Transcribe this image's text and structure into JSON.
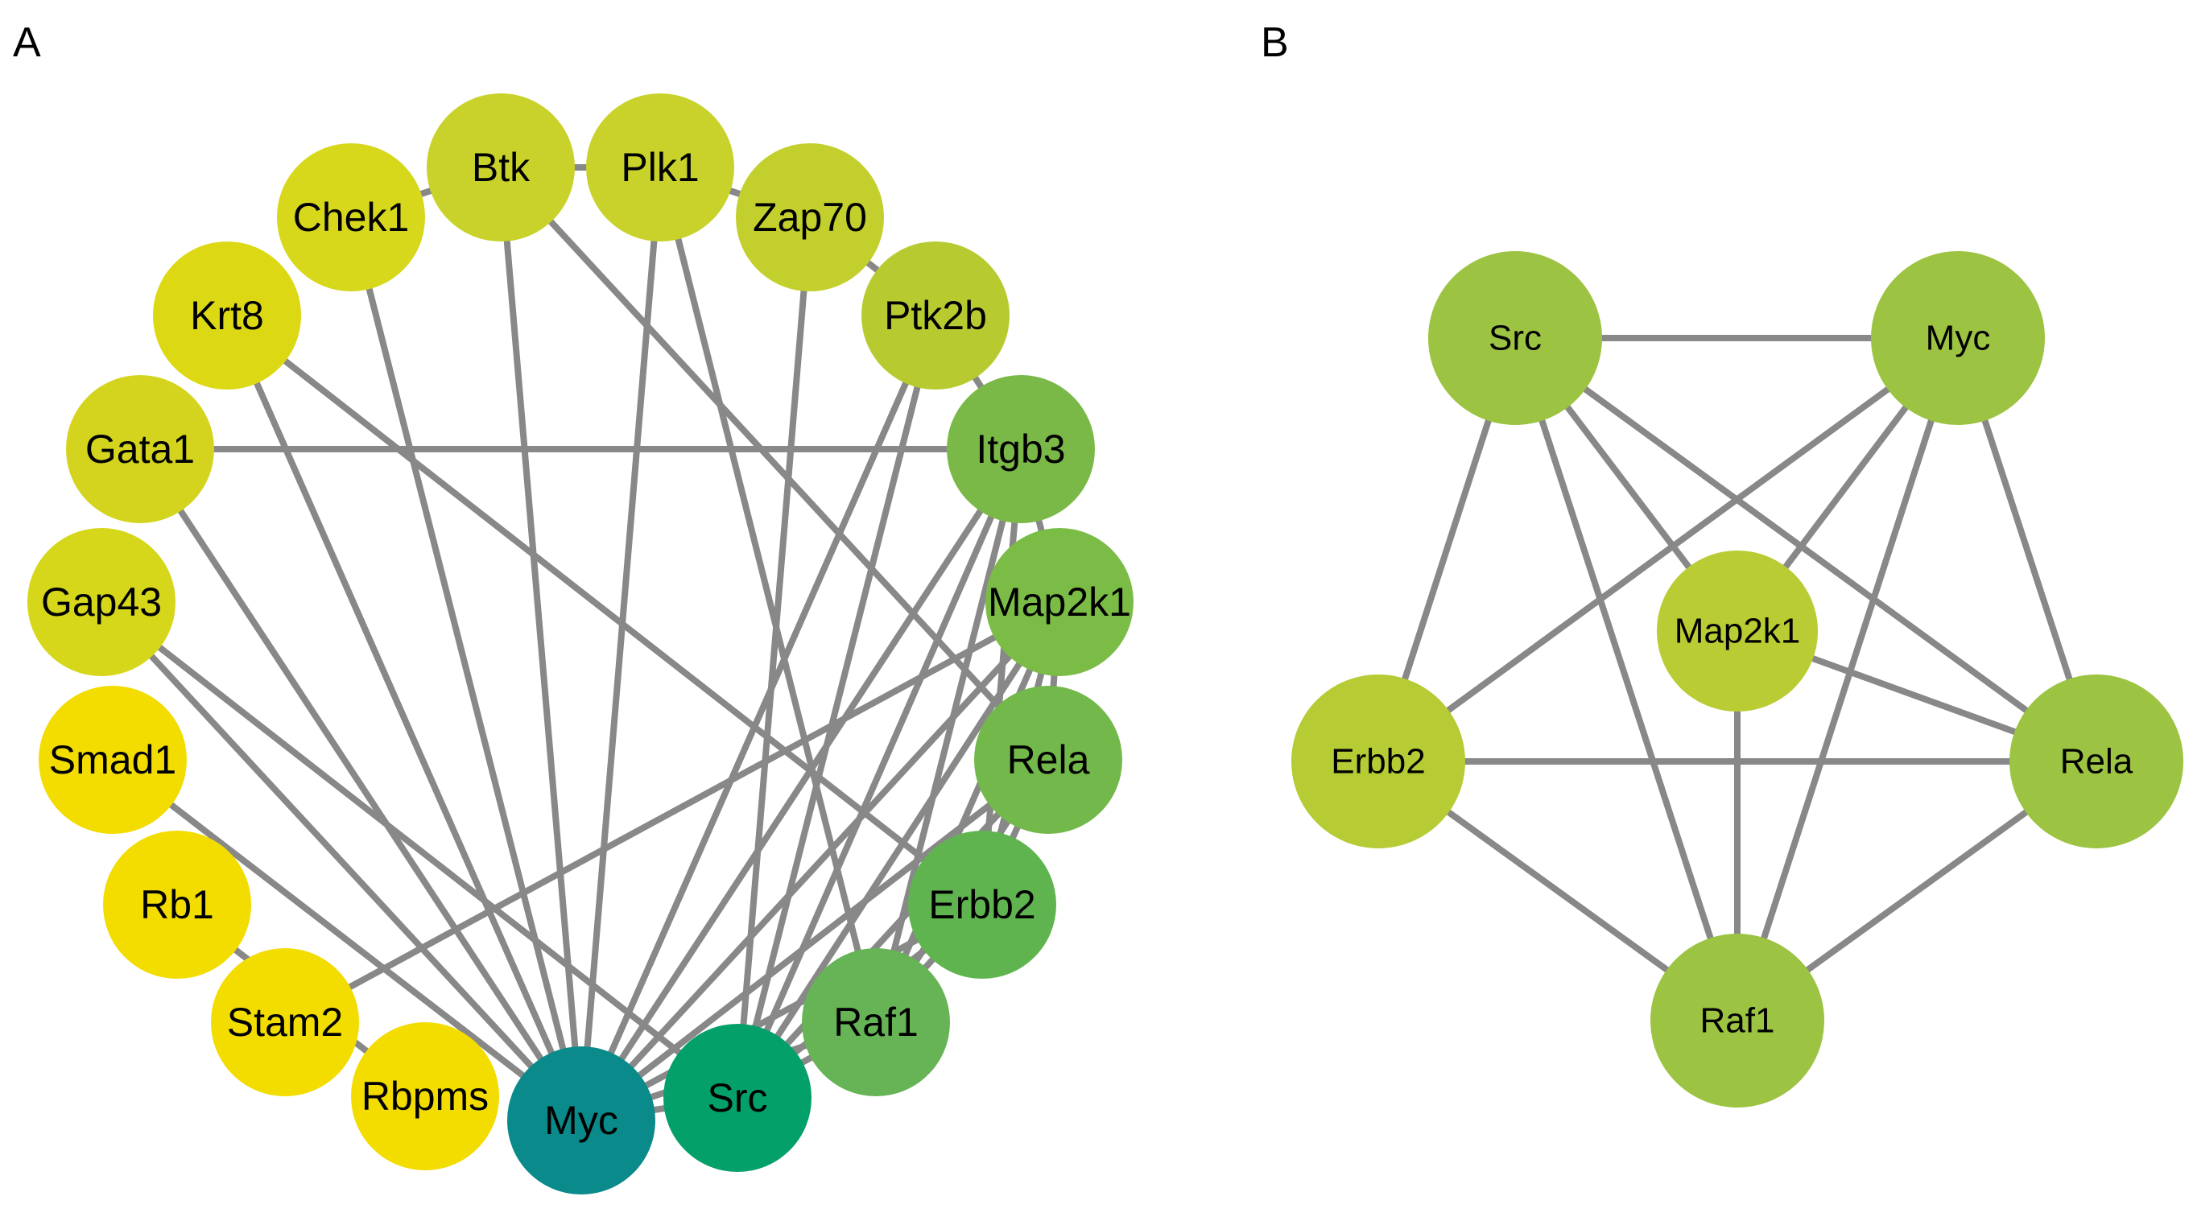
{
  "panels": [
    {
      "id": "A",
      "label": "A",
      "nodes": [
        {
          "id": "Btk",
          "label": "Btk",
          "color": "#c8d22a"
        },
        {
          "id": "Plk1",
          "label": "Plk1",
          "color": "#c8d22a"
        },
        {
          "id": "Zap70",
          "label": "Zap70",
          "color": "#c3cf2c"
        },
        {
          "id": "Ptk2b",
          "label": "Ptk2b",
          "color": "#b7cb30"
        },
        {
          "id": "Chek1",
          "label": "Chek1",
          "color": "#d7d71c"
        },
        {
          "id": "Krt8",
          "label": "Krt8",
          "color": "#dcd914"
        },
        {
          "id": "Gata1",
          "label": "Gata1",
          "color": "#d4d41e"
        },
        {
          "id": "Gap43",
          "label": "Gap43",
          "color": "#d6d61a"
        },
        {
          "id": "Smad1",
          "label": "Smad1",
          "color": "#f3dc00"
        },
        {
          "id": "Rb1",
          "label": "Rb1",
          "color": "#f3dc00"
        },
        {
          "id": "Stam2",
          "label": "Stam2",
          "color": "#f3dc00"
        },
        {
          "id": "Rbpms",
          "label": "Rbpms",
          "color": "#f3dc00"
        },
        {
          "id": "Myc",
          "label": "Myc",
          "color": "#0a8a8a"
        },
        {
          "id": "Src",
          "label": "Src",
          "color": "#04a06a"
        },
        {
          "id": "Raf1",
          "label": "Raf1",
          "color": "#66b455"
        },
        {
          "id": "Erbb2",
          "label": "Erbb2",
          "color": "#60b450"
        },
        {
          "id": "Rela",
          "label": "Rela",
          "color": "#72b84a"
        },
        {
          "id": "Map2k1",
          "label": "Map2k1",
          "color": "#7bbc47"
        },
        {
          "id": "Itgb3",
          "label": "Itgb3",
          "color": "#7ab847"
        }
      ],
      "edges": [
        [
          "Chek1",
          "Btk"
        ],
        [
          "Btk",
          "Plk1"
        ],
        [
          "Plk1",
          "Zap70"
        ],
        [
          "Zap70",
          "Ptk2b"
        ],
        [
          "Ptk2b",
          "Itgb3"
        ],
        [
          "Btk",
          "Myc"
        ],
        [
          "Btk",
          "Rela"
        ],
        [
          "Plk1",
          "Myc"
        ],
        [
          "Plk1",
          "Raf1"
        ],
        [
          "Zap70",
          "Src"
        ],
        [
          "Ptk2b",
          "Src"
        ],
        [
          "Ptk2b",
          "Myc"
        ],
        [
          "Chek1",
          "Myc"
        ],
        [
          "Krt8",
          "Myc"
        ],
        [
          "Krt8",
          "Erbb2"
        ],
        [
          "Gata1",
          "Itgb3"
        ],
        [
          "Gata1",
          "Myc"
        ],
        [
          "Gap43",
          "Src"
        ],
        [
          "Gap43",
          "Myc"
        ],
        [
          "Smad1",
          "Myc"
        ],
        [
          "Rb1",
          "Rbpms"
        ],
        [
          "Stam2",
          "Map2k1"
        ],
        [
          "Myc",
          "Src"
        ],
        [
          "Myc",
          "Raf1"
        ],
        [
          "Myc",
          "Erbb2"
        ],
        [
          "Myc",
          "Rela"
        ],
        [
          "Myc",
          "Map2k1"
        ],
        [
          "Myc",
          "Itgb3"
        ],
        [
          "Src",
          "Raf1"
        ],
        [
          "Src",
          "Erbb2"
        ],
        [
          "Src",
          "Rela"
        ],
        [
          "Src",
          "Map2k1"
        ],
        [
          "Src",
          "Itgb3"
        ],
        [
          "Raf1",
          "Erbb2"
        ],
        [
          "Raf1",
          "Rela"
        ],
        [
          "Raf1",
          "Map2k1"
        ],
        [
          "Raf1",
          "Itgb3"
        ],
        [
          "Erbb2",
          "Rela"
        ],
        [
          "Erbb2",
          "Map2k1"
        ],
        [
          "Erbb2",
          "Itgb3"
        ],
        [
          "Rela",
          "Map2k1"
        ],
        [
          "Map2k1",
          "Itgb3"
        ]
      ]
    },
    {
      "id": "B",
      "label": "B",
      "nodes": [
        {
          "id": "Src",
          "label": "Src",
          "color": "#9cc342"
        },
        {
          "id": "Myc",
          "label": "Myc",
          "color": "#9cc342"
        },
        {
          "id": "Map2k1",
          "label": "Map2k1",
          "color": "#b9cc34"
        },
        {
          "id": "Erbb2",
          "label": "Erbb2",
          "color": "#b6cb34"
        },
        {
          "id": "Rela",
          "label": "Rela",
          "color": "#9cc342"
        },
        {
          "id": "Raf1",
          "label": "Raf1",
          "color": "#9cc342"
        }
      ],
      "edges": [
        [
          "Src",
          "Myc"
        ],
        [
          "Src",
          "Erbb2"
        ],
        [
          "Src",
          "Map2k1"
        ],
        [
          "Src",
          "Rela"
        ],
        [
          "Src",
          "Raf1"
        ],
        [
          "Myc",
          "Erbb2"
        ],
        [
          "Myc",
          "Map2k1"
        ],
        [
          "Myc",
          "Rela"
        ],
        [
          "Myc",
          "Raf1"
        ],
        [
          "Map2k1",
          "Rela"
        ],
        [
          "Map2k1",
          "Raf1"
        ],
        [
          "Erbb2",
          "Rela"
        ],
        [
          "Erbb2",
          "Raf1"
        ],
        [
          "Rela",
          "Raf1"
        ]
      ]
    }
  ]
}
